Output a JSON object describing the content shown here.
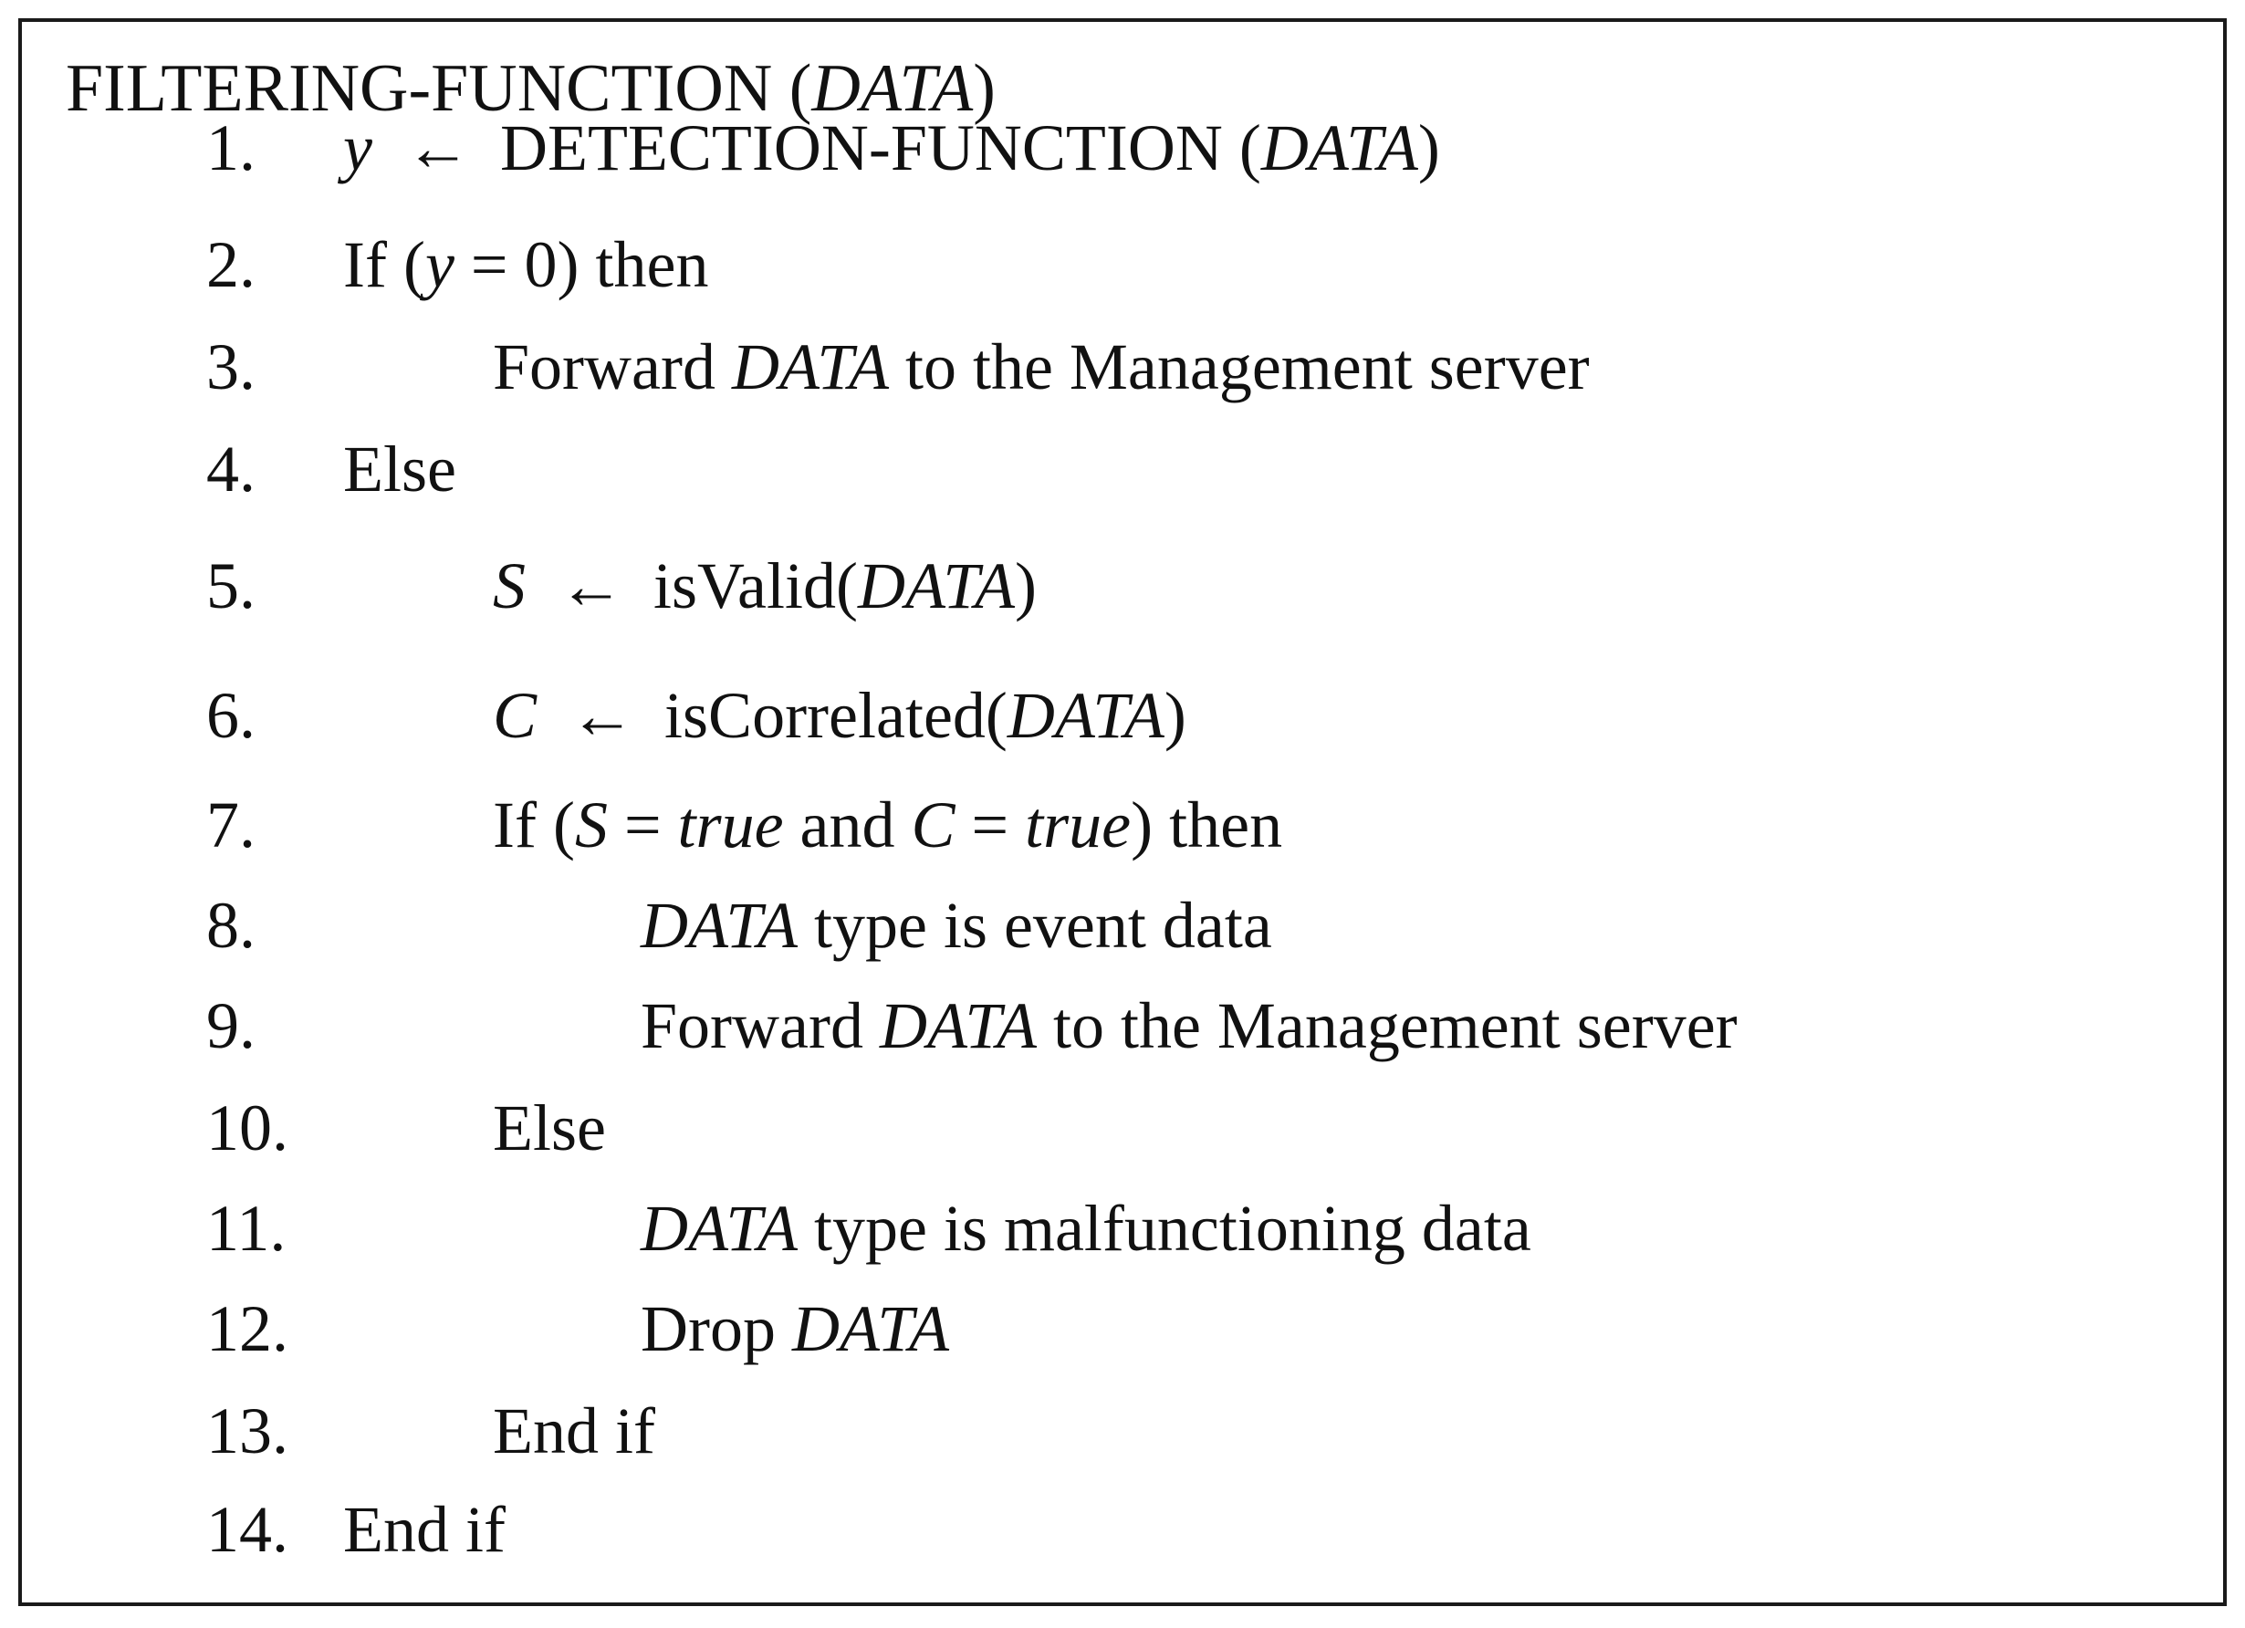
{
  "title": {
    "name": "FILTERING-FUNCTION",
    "param": "DATA"
  },
  "lines": [
    {
      "num": "1.",
      "indent": 0,
      "parts": [
        {
          "t": "y",
          "i": true
        },
        {
          "t": " ← ",
          "arrow": true
        },
        {
          "t": "DETECTION-FUNCTION ("
        },
        {
          "t": "DATA",
          "i": true
        },
        {
          "t": ")"
        }
      ]
    },
    {
      "num": "2.",
      "indent": 0,
      "parts": [
        {
          "t": "If ("
        },
        {
          "t": "y",
          "i": true
        },
        {
          "t": " = 0) then"
        }
      ]
    },
    {
      "num": "3.",
      "indent": 1,
      "parts": [
        {
          "t": "Forward "
        },
        {
          "t": "DATA",
          "i": true
        },
        {
          "t": " to the Management server"
        }
      ]
    },
    {
      "num": "4.",
      "indent": 0,
      "parts": [
        {
          "t": "Else"
        }
      ]
    },
    {
      "num": "5.",
      "indent": 1,
      "parts": [
        {
          "t": "S",
          "i": true
        },
        {
          "t": " ← ",
          "arrow": true
        },
        {
          "t": "isValid("
        },
        {
          "t": "DATA",
          "i": true
        },
        {
          "t": ")"
        }
      ]
    },
    {
      "num": "6.",
      "indent": 1,
      "parts": [
        {
          "t": "C",
          "i": true
        },
        {
          "t": " ← ",
          "arrow": true
        },
        {
          "t": "isCorrelated("
        },
        {
          "t": "DATA",
          "i": true
        },
        {
          "t": ")"
        }
      ]
    },
    {
      "num": "7.",
      "indent": 1,
      "parts": [
        {
          "t": "If ("
        },
        {
          "t": "S",
          "i": true
        },
        {
          "t": " = "
        },
        {
          "t": "true",
          "i": true
        },
        {
          "t": " and "
        },
        {
          "t": "C",
          "i": true
        },
        {
          "t": " = "
        },
        {
          "t": "true",
          "i": true
        },
        {
          "t": ") then"
        }
      ]
    },
    {
      "num": "8.",
      "indent": 2,
      "parts": [
        {
          "t": "DATA",
          "i": true
        },
        {
          "t": " type is event data"
        }
      ]
    },
    {
      "num": "9.",
      "indent": 2,
      "parts": [
        {
          "t": "Forward "
        },
        {
          "t": "DATA",
          "i": true
        },
        {
          "t": " to the Management server"
        }
      ]
    },
    {
      "num": "10.",
      "indent": 1,
      "parts": [
        {
          "t": "Else"
        }
      ]
    },
    {
      "num": "11.",
      "indent": 2,
      "parts": [
        {
          "t": "DATA",
          "i": true
        },
        {
          "t": " type is malfunctioning data"
        }
      ]
    },
    {
      "num": "12.",
      "indent": 2,
      "parts": [
        {
          "t": "Drop "
        },
        {
          "t": "DATA",
          "i": true
        }
      ]
    },
    {
      "num": "13.",
      "indent": 1,
      "parts": [
        {
          "t": "End if"
        }
      ]
    },
    {
      "num": "14.",
      "indent": 0,
      "parts": [
        {
          "t": "End if"
        }
      ]
    }
  ]
}
